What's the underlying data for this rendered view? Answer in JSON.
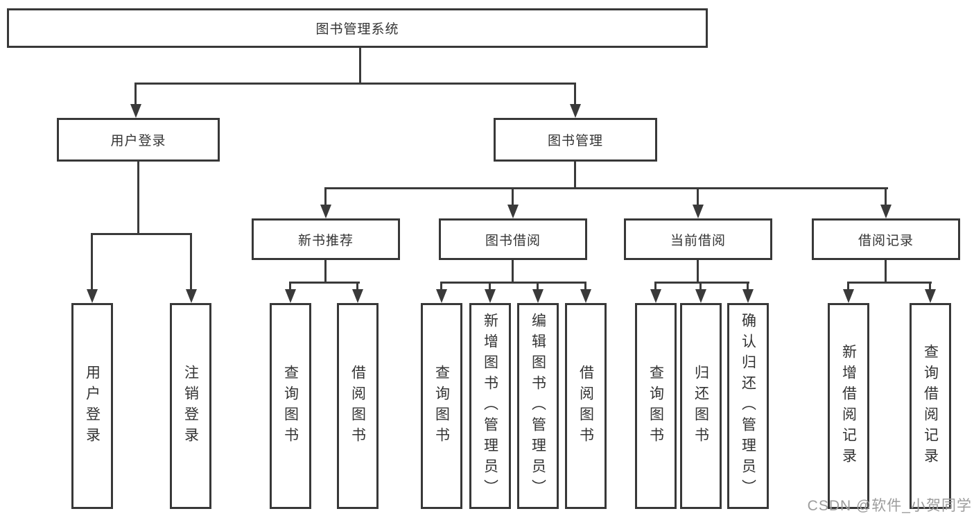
{
  "diagram": {
    "root": {
      "label": "图书管理系统"
    },
    "level2": [
      {
        "label": "用户登录"
      },
      {
        "label": "图书管理"
      }
    ],
    "level3": [
      {
        "label": "新书推荐"
      },
      {
        "label": "图书借阅"
      },
      {
        "label": "当前借阅"
      },
      {
        "label": "借阅记录"
      }
    ],
    "leaves": {
      "user_login": [
        {
          "label": "用户登录"
        },
        {
          "label": "注销登录"
        }
      ],
      "new_books": [
        {
          "label": "查询图书"
        },
        {
          "label": "借阅图书"
        }
      ],
      "book_borrowing": [
        {
          "label": "查询图书"
        },
        {
          "label": "新增图书（管理员）"
        },
        {
          "label": "编辑图书（管理员）"
        },
        {
          "label": "借阅图书"
        }
      ],
      "current_borrowing": [
        {
          "label": "查询图书"
        },
        {
          "label": "归还图书"
        },
        {
          "label": "确认归还（管理员）"
        }
      ],
      "borrowing_records": [
        {
          "label": "新增借阅记录"
        },
        {
          "label": "查询借阅记录"
        }
      ]
    }
  },
  "watermark": {
    "text": "CSDN @软件_小贺同学"
  },
  "colors": {
    "line": "#3a3a3a",
    "border": "#383838",
    "text": "#333333",
    "watermark": "#9c9c9c",
    "background": "#ffffff"
  }
}
